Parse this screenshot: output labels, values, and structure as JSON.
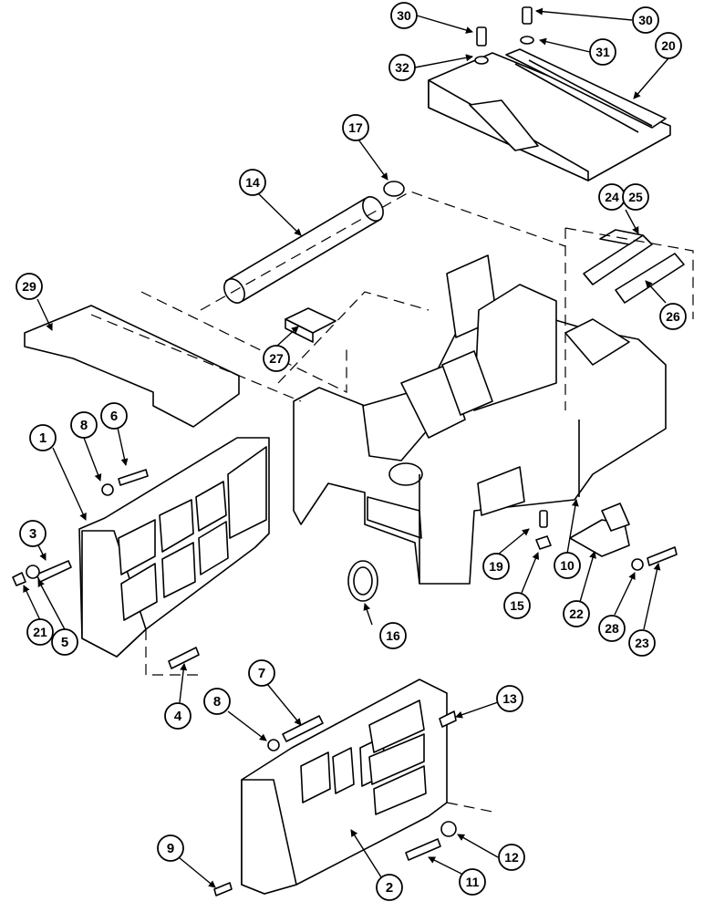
{
  "callouts": [
    {
      "id": "1",
      "label": "1"
    },
    {
      "id": "2",
      "label": "2"
    },
    {
      "id": "3",
      "label": "3"
    },
    {
      "id": "4",
      "label": "4"
    },
    {
      "id": "5",
      "label": "5"
    },
    {
      "id": "6",
      "label": "6"
    },
    {
      "id": "7",
      "label": "7"
    },
    {
      "id": "8a",
      "label": "8"
    },
    {
      "id": "8b",
      "label": "8"
    },
    {
      "id": "9",
      "label": "9"
    },
    {
      "id": "10",
      "label": "10"
    },
    {
      "id": "11",
      "label": "11"
    },
    {
      "id": "12",
      "label": "12"
    },
    {
      "id": "13",
      "label": "13"
    },
    {
      "id": "14",
      "label": "14"
    },
    {
      "id": "15",
      "label": "15"
    },
    {
      "id": "16",
      "label": "16"
    },
    {
      "id": "17",
      "label": "17"
    },
    {
      "id": "19",
      "label": "19"
    },
    {
      "id": "20",
      "label": "20"
    },
    {
      "id": "21",
      "label": "21"
    },
    {
      "id": "22",
      "label": "22"
    },
    {
      "id": "23",
      "label": "23"
    },
    {
      "id": "24",
      "label": "24"
    },
    {
      "id": "25",
      "label": "25"
    },
    {
      "id": "26",
      "label": "26"
    },
    {
      "id": "27",
      "label": "27"
    },
    {
      "id": "28",
      "label": "28"
    },
    {
      "id": "29",
      "label": "29"
    },
    {
      "id": "30a",
      "label": "30"
    },
    {
      "id": "30b",
      "label": "30"
    },
    {
      "id": "31",
      "label": "31"
    },
    {
      "id": "32",
      "label": "32"
    }
  ]
}
